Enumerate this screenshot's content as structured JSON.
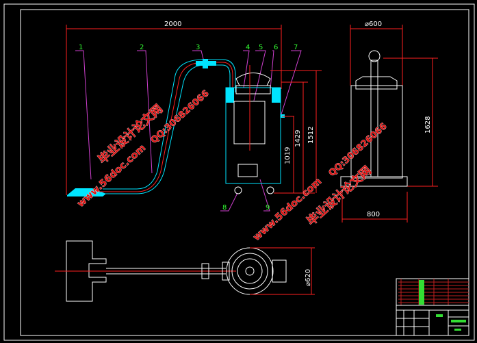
{
  "drawing": {
    "dimensions": {
      "total_length": "2000",
      "height_1429": "1429",
      "height_1512": "1512",
      "height_1019": "1019",
      "diameter_top": "⌀600",
      "height_side": "1628",
      "width_side": "800",
      "diameter_plan": "⌀620"
    },
    "part_labels": [
      "1",
      "2",
      "3",
      "4",
      "5",
      "6",
      "7",
      "8",
      "9"
    ],
    "watermarks": {
      "site_name": "毕业设计论文网",
      "url": "www.56doc.com",
      "qq": "QQ:306826066"
    }
  },
  "colors": {
    "background": "#000000",
    "outline": "#ffffff",
    "cyan": "#00e5ff",
    "dimension": "#ff2020",
    "leader": "#d040d0",
    "label": "#33ff33"
  }
}
